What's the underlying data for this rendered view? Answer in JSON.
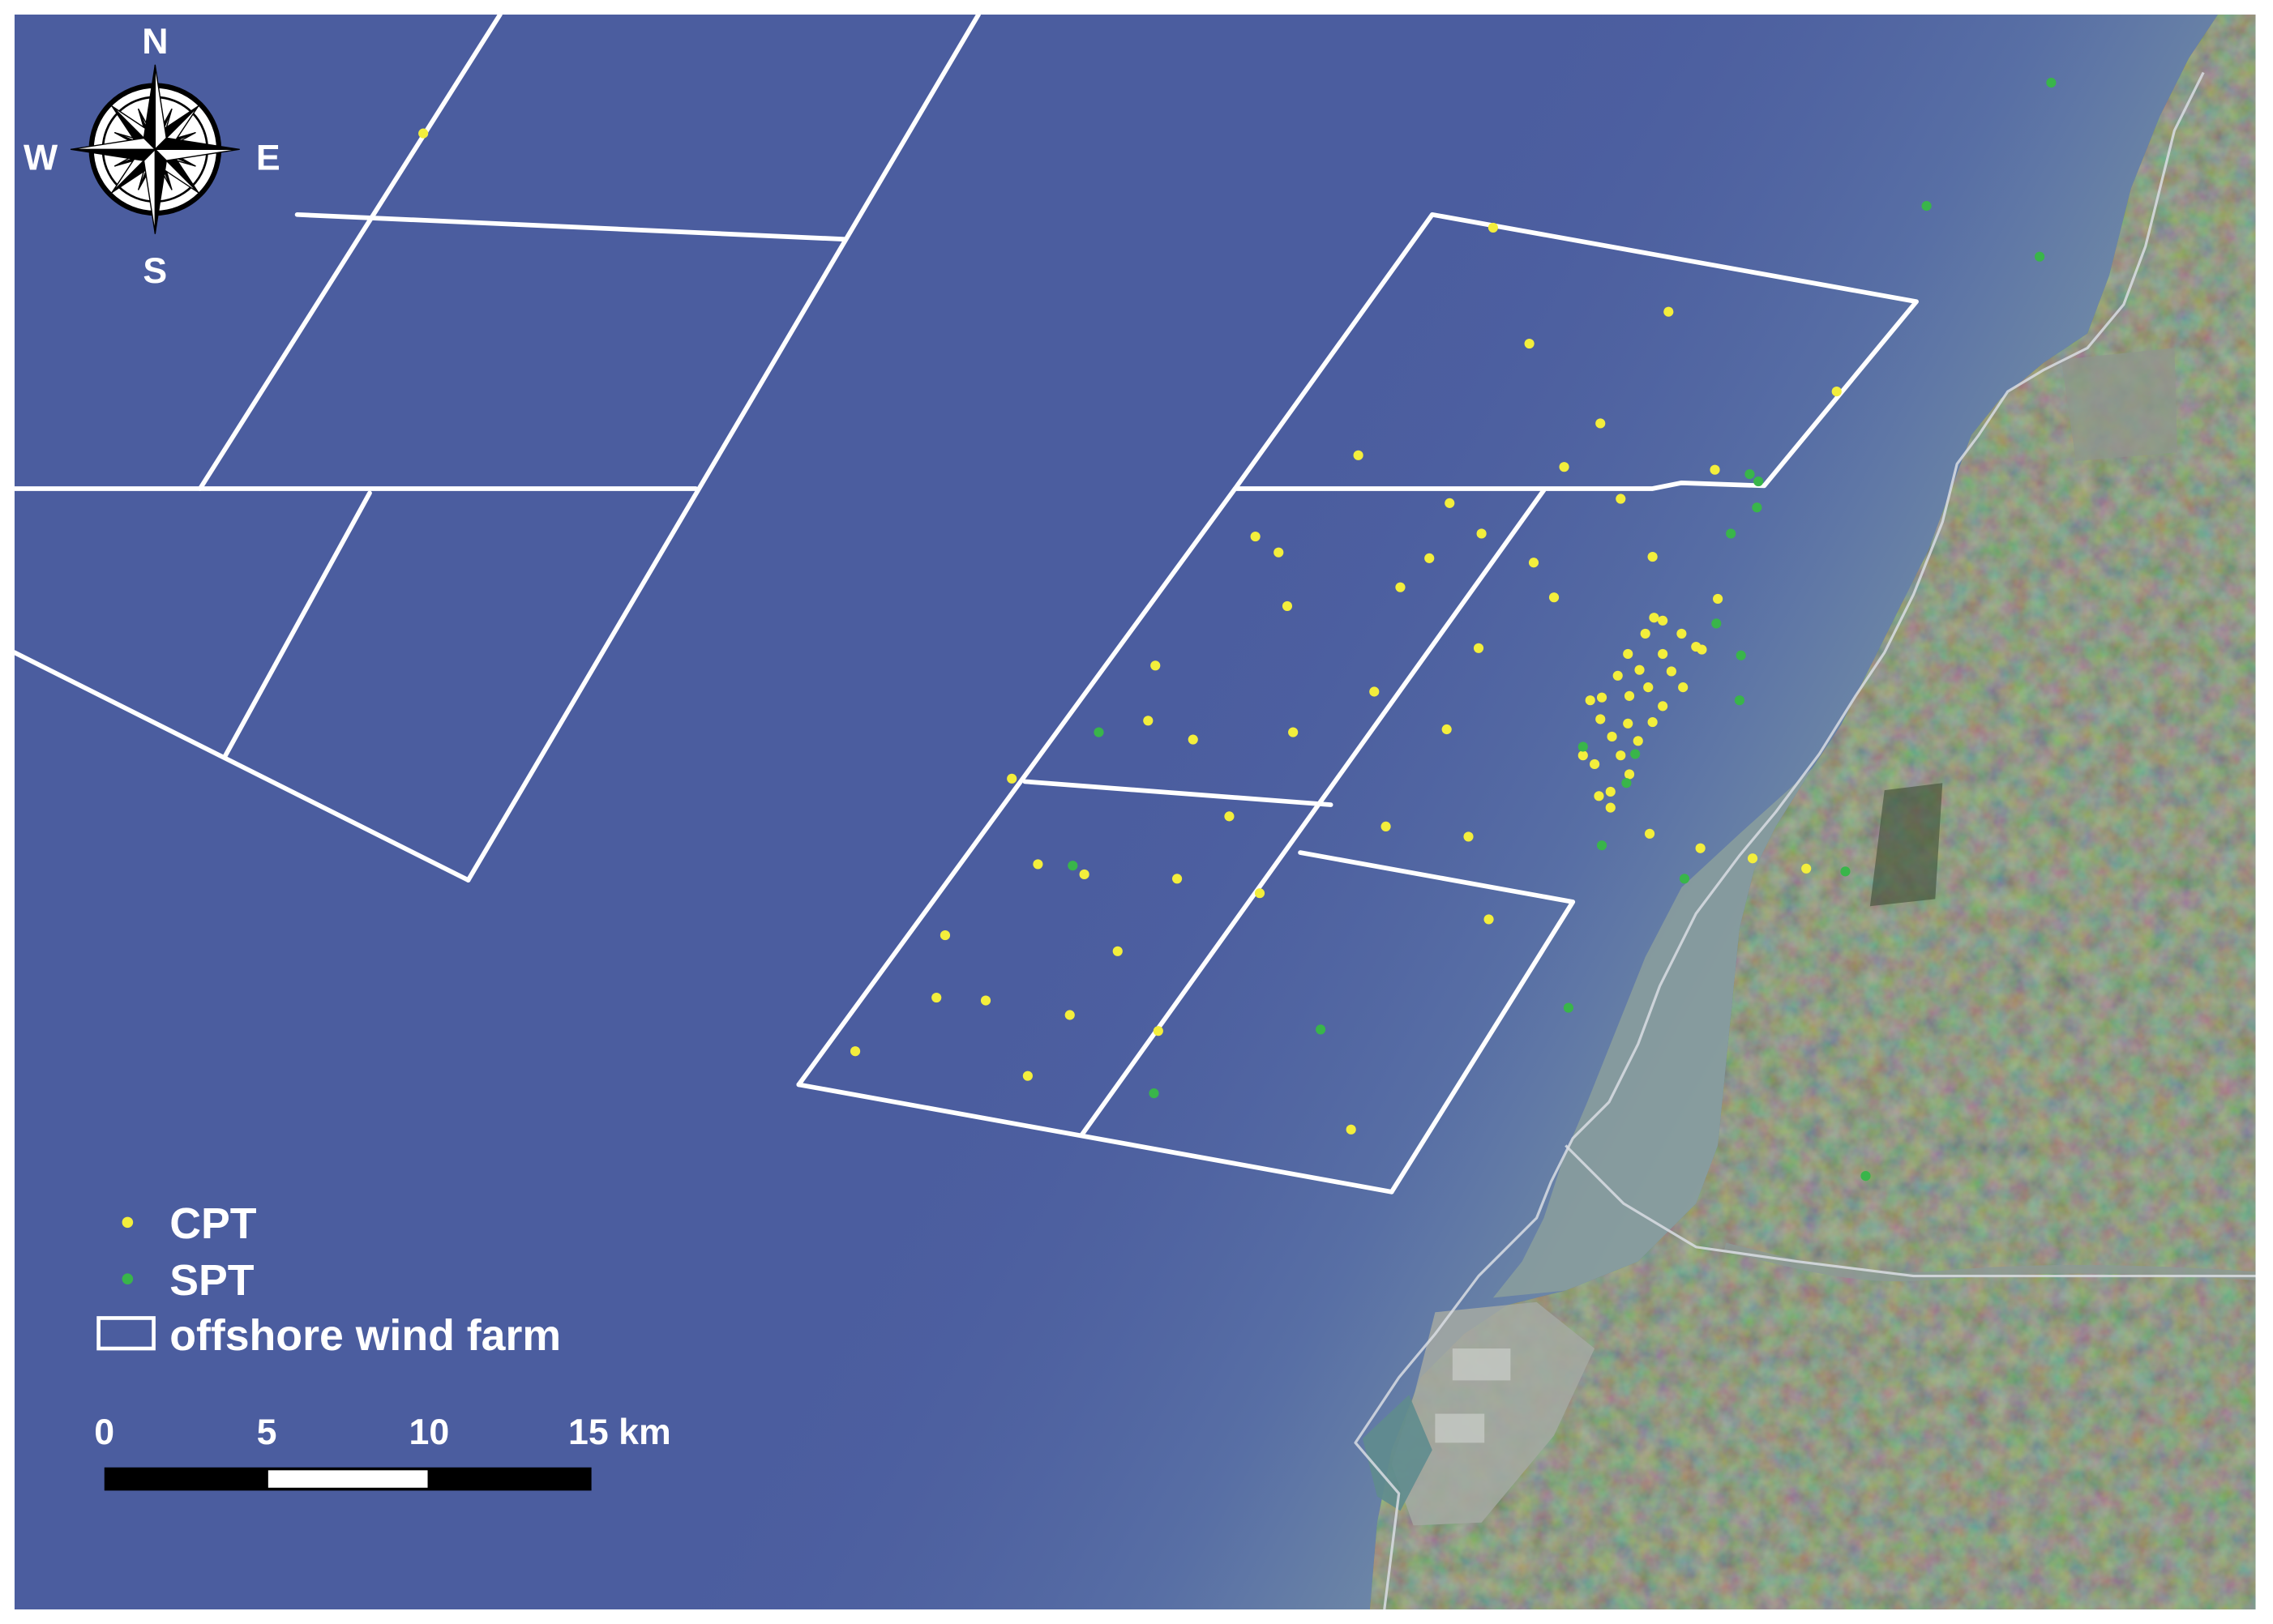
{
  "legend": {
    "cpt": "CPT",
    "spt": "SPT",
    "wind_farm": "offshore wind farm"
  },
  "scale_bar": {
    "labels": [
      "0",
      "5",
      "10",
      "15 km"
    ]
  },
  "compass": {
    "north": "N",
    "east": "E",
    "south": "S",
    "west": "W"
  },
  "icons": {
    "compass": "compass-rose-icon"
  },
  "colors": {
    "sea": "#4b5d9f",
    "land": "#56654c",
    "tidal_flat": "#8b9f9c",
    "cpt_point": "#f3ee3c",
    "spt_point": "#39b54a",
    "wind_farm_outline": "#ffffff",
    "admin_boundary": "#d9dde3",
    "label_text": "#ffffff"
  }
}
